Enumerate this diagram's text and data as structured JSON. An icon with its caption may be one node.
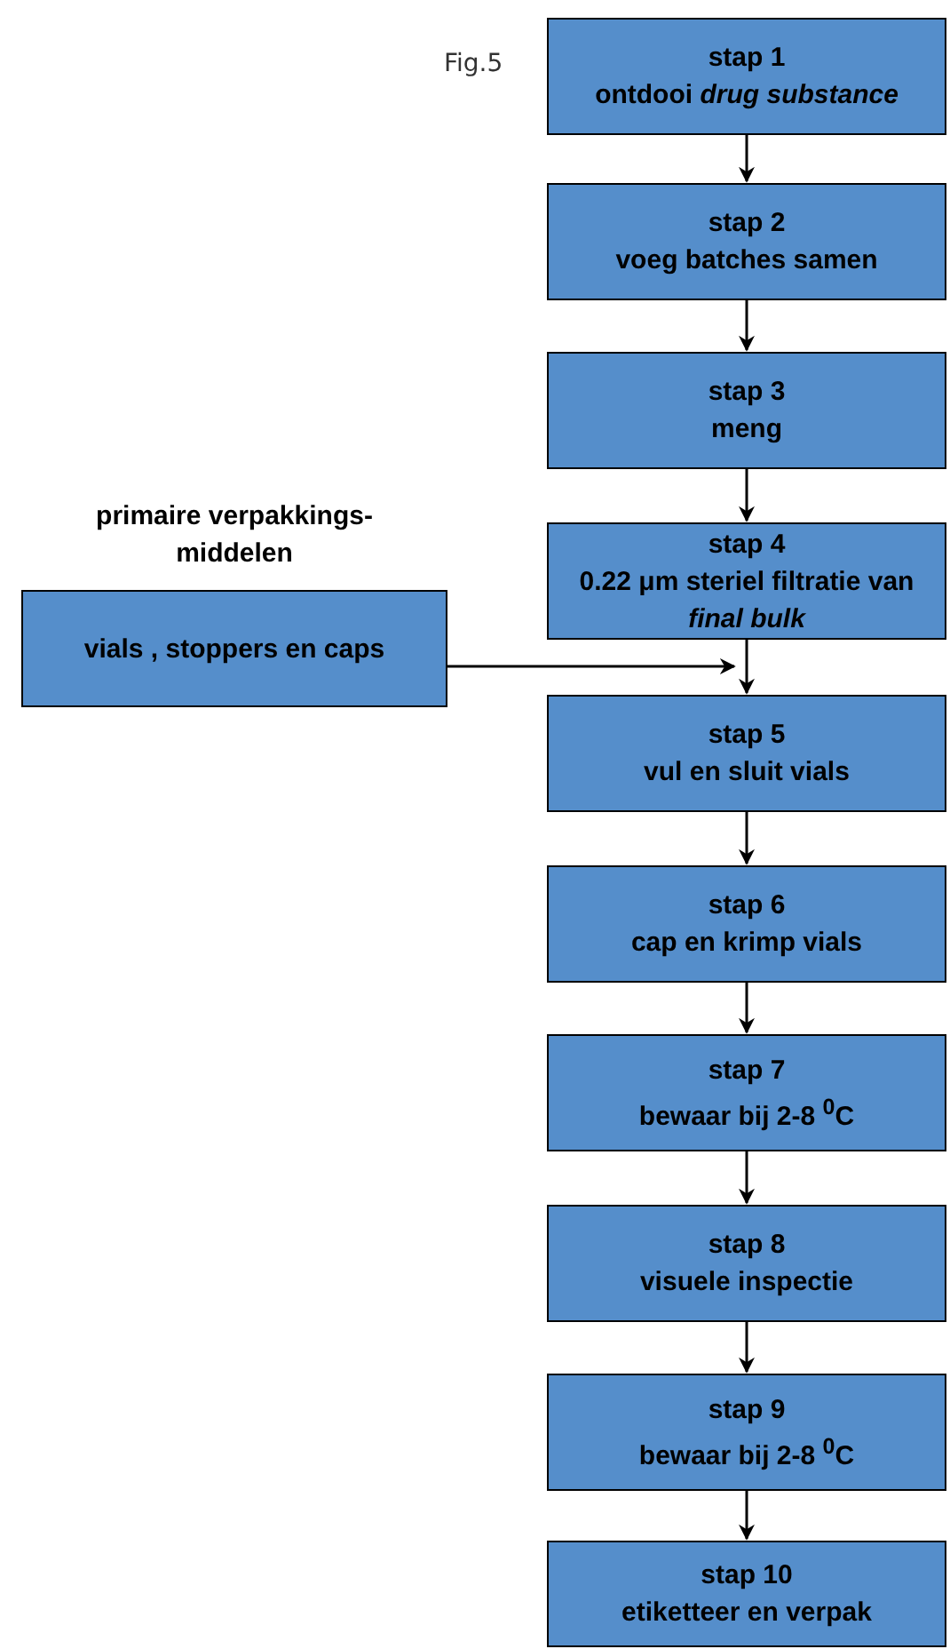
{
  "diagram": {
    "nodes": [
      {
        "text": [
          "stap 1",
          "ontdooi *drug substance*"
        ]
      },
      {
        "text": [
          "stap 2",
          "voeg batches samen"
        ]
      },
      {
        "text": [
          "stap 3",
          "meng"
        ]
      },
      {
        "text": [
          "stap 4",
          "0.22 μm steriel filtratie van *final bulk*"
        ]
      },
      {
        "text": [
          "stap 5",
          "vul en sluit vials"
        ]
      },
      {
        "text": [
          "stap 6",
          "cap en krimp vials"
        ]
      },
      {
        "text": [
          "stap 7",
          "bewaar bij 2-8 $^{0}$C"
        ]
      },
      {
        "text": [
          "stap 8",
          "visuele inspectie"
        ]
      },
      {
        "text": [
          "stap 9",
          "bewaar bij 2-8 $^{0}$C"
        ]
      },
      {
        "text": [
          "stap 10",
          "etiketteer en verpak"
        ]
      },
      {
        "text": [
          "primaire verpakkings- middelen",
          "vials , stoppers en caps"
        ]
      }
    ],
    "edges": [
      {
        "from": 0,
        "to": 1,
        "arrow": "to"
      },
      {
        "from": 1,
        "to": 2,
        "arrow": "to"
      },
      {
        "from": 2,
        "to": 3,
        "arrow": "to"
      },
      {
        "from": 3,
        "to": 4,
        "arrow": "to"
      },
      {
        "from": 4,
        "to": 5,
        "arrow": "to"
      },
      {
        "from": 5,
        "to": 6,
        "arrow": "to"
      },
      {
        "from": 6,
        "to": 7,
        "arrow": "to"
      },
      {
        "from": 7,
        "to": 8,
        "arrow": "to"
      },
      {
        "from": 8,
        "to": 9,
        "arrow": "to"
      },
      {
        "from": 10,
        "to": 4,
        "arrow": "to"
      }
    ],
    "labels": [
      "Fig.5"
    ]
  }
}
